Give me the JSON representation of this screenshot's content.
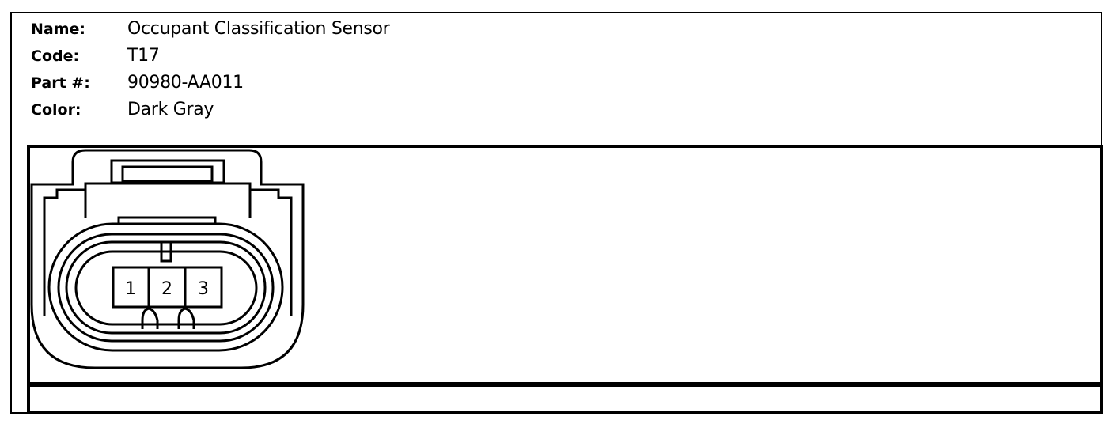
{
  "info": {
    "name_key": "Name:",
    "name_value": "Occupant Classification Sensor",
    "code_key": "Code:",
    "code_value": "T17",
    "part_key": "Part #:",
    "part_value": "90980-AA011",
    "color_key": "Color:",
    "color_value": "Dark Gray"
  },
  "connector": {
    "pins": [
      "1",
      "2",
      "3"
    ],
    "line_color": "#000000",
    "background": "#ffffff"
  }
}
